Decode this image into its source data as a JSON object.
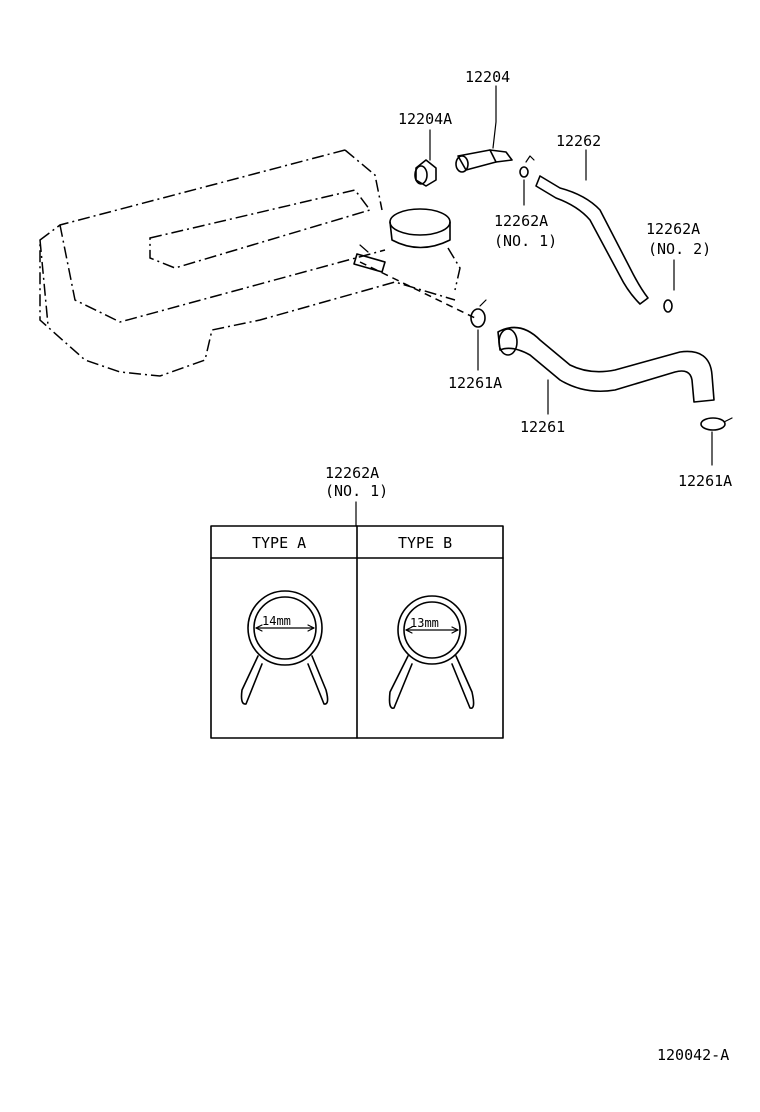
{
  "parts": {
    "p12204": "12204",
    "p12204A": "12204A",
    "p12262": "12262",
    "p12262A_no1": "12262A",
    "p12262A_no1_sub": "(NO. 1)",
    "p12262A_no2": "12262A",
    "p12262A_no2_sub": "(NO. 2)",
    "p12261A_left": "12261A",
    "p12261": "12261",
    "p12261A_right": "12261A"
  },
  "clamp_table": {
    "title": "12262A",
    "subtitle": "(NO. 1)",
    "columns": [
      {
        "header": "TYPE  A",
        "dimension": "14mm"
      },
      {
        "header": "TYPE  B",
        "dimension": "13mm"
      }
    ]
  },
  "figure_code": "120042-A"
}
